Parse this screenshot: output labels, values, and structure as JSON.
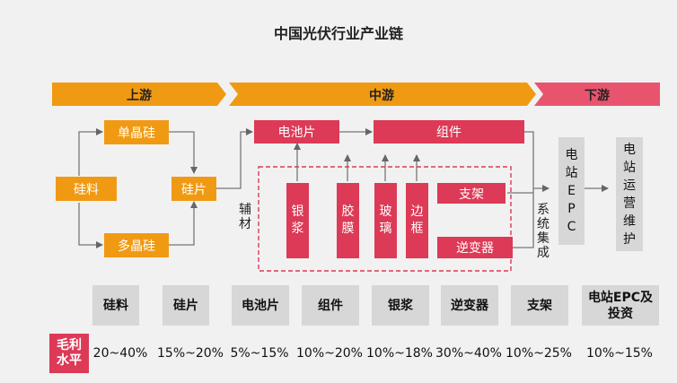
{
  "title": "中国光伏行业产业链",
  "stages": {
    "upstream": "上游",
    "midstream": "中游",
    "downstream": "下游"
  },
  "nodes": {
    "silicon_material": "硅料",
    "mono_silicon": "单晶硅",
    "poly_silicon": "多晶硅",
    "wafer": "硅片",
    "cell": "电池片",
    "module": "组件",
    "silver_paste": "银浆",
    "film": "胶膜",
    "glass": "玻璃",
    "frame": "边框",
    "mount": "支架",
    "inverter": "逆变器",
    "epc": "电站EPC",
    "om": "电站运营维护"
  },
  "labels": {
    "auxiliary": "辅材",
    "system_integration": "系统集成"
  },
  "margin_table": {
    "row_label": "毛利水平",
    "items": [
      {
        "name": "硅料",
        "value": "20~40%"
      },
      {
        "name": "硅片",
        "value": "15%~20%"
      },
      {
        "name": "电池片",
        "value": "5%~15%"
      },
      {
        "name": "组件",
        "value": "10%~20%"
      },
      {
        "name": "银浆",
        "value": "10%~18%"
      },
      {
        "name": "逆变器",
        "value": "30%~40%"
      },
      {
        "name": "支架",
        "value": "10%~25%"
      },
      {
        "name": "电站EPC及投资",
        "value": "10%~15%"
      }
    ]
  },
  "colors": {
    "upstream": "#f09a14",
    "midstream": "#f09a14",
    "downstream": "#e8546e",
    "red_box": "#dc3a56",
    "orange_box": "#f09a14"
  }
}
